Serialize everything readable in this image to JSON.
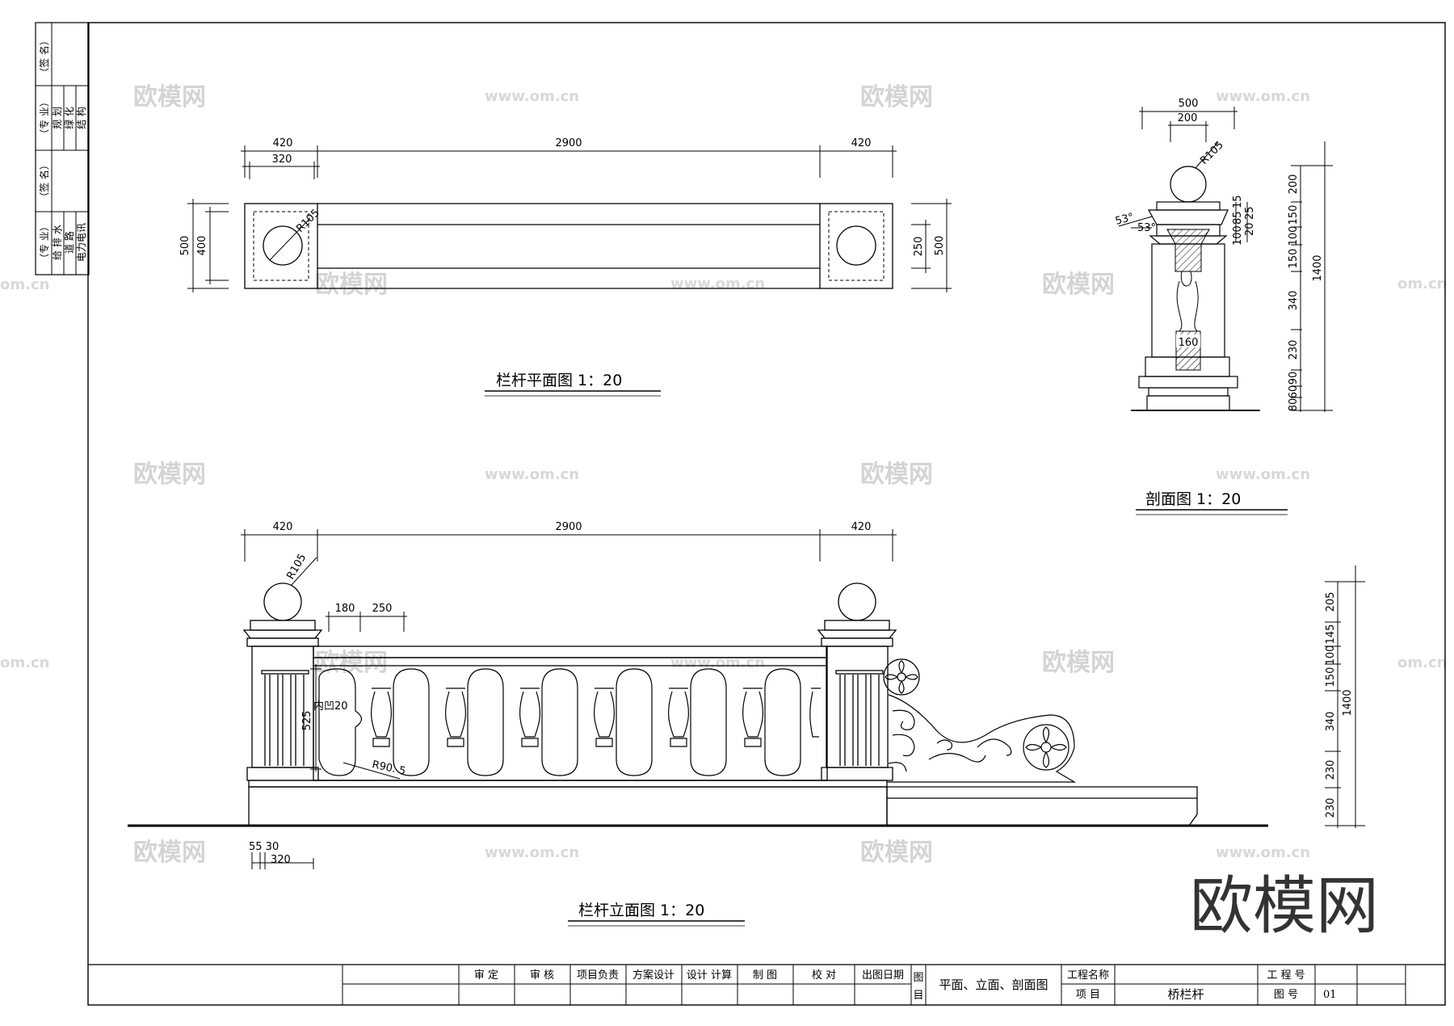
{
  "sidebar": {
    "signature_1": "（签 名）",
    "discipline_a": "（专 业）",
    "disciplines_a": [
      "规 划",
      "绿 化",
      "结 构"
    ],
    "signature_2": "（签 名）",
    "discipline_b": "（专 业）",
    "disciplines_b": [
      "给 排 水",
      "道 路",
      "电力电讯"
    ]
  },
  "plan": {
    "title": "栏杆平面图 1：20",
    "dims": {
      "top_left_outer": "420",
      "top_left_inner": "320",
      "top_middle": "2900",
      "top_right": "420",
      "left_outer": "500",
      "left_inner": "400",
      "right_inner": "250",
      "right_outer": "500",
      "radius": "R105"
    }
  },
  "section": {
    "title": "剖面图  1：20",
    "dims": {
      "top_width": "500",
      "top_inner": "200",
      "radius": "R105",
      "angle_1": "53°",
      "angle_2": "53°",
      "small_stack": [
        "100",
        "85",
        "15",
        "20",
        "25"
      ],
      "inner_width": "160",
      "right_stack": [
        "200",
        "150",
        "100",
        "150",
        "340",
        "230",
        "90",
        "60",
        "80"
      ],
      "total": "1400"
    }
  },
  "elevation": {
    "title": "栏杆立面图 1：20",
    "dims": {
      "top_left": "420",
      "top_middle": "2900",
      "top_right": "420",
      "radius": "R105",
      "baluster_a": "180",
      "baluster_b": "250",
      "recess": "内凹20",
      "height_525": "525",
      "arch_radius": "R90. 5",
      "bottom_small": "55 30",
      "bottom_width": "320",
      "right_stack": [
        "205",
        "145",
        "100",
        "150",
        "340",
        "230",
        "230"
      ],
      "total": "1400"
    }
  },
  "watermark": {
    "brand": "欧模网",
    "url": "www.om.cn",
    "url_partial": "om.cn"
  },
  "title_block": {
    "cells": [
      "审      定",
      "审      核",
      "项目负责",
      "方案设计",
      "设计 计算",
      "制      图",
      "校      对",
      "出图日期"
    ],
    "drawing_label_a": "图",
    "drawing_label_b": "目",
    "drawing_name": "平面、立面、剖面图",
    "project_name_label": "工程名称",
    "project_label": "项      目",
    "project_value": "桥栏杆",
    "project_no_label": "工 程 号",
    "drawing_no_label": "图      号",
    "drawing_no_value": "01"
  }
}
